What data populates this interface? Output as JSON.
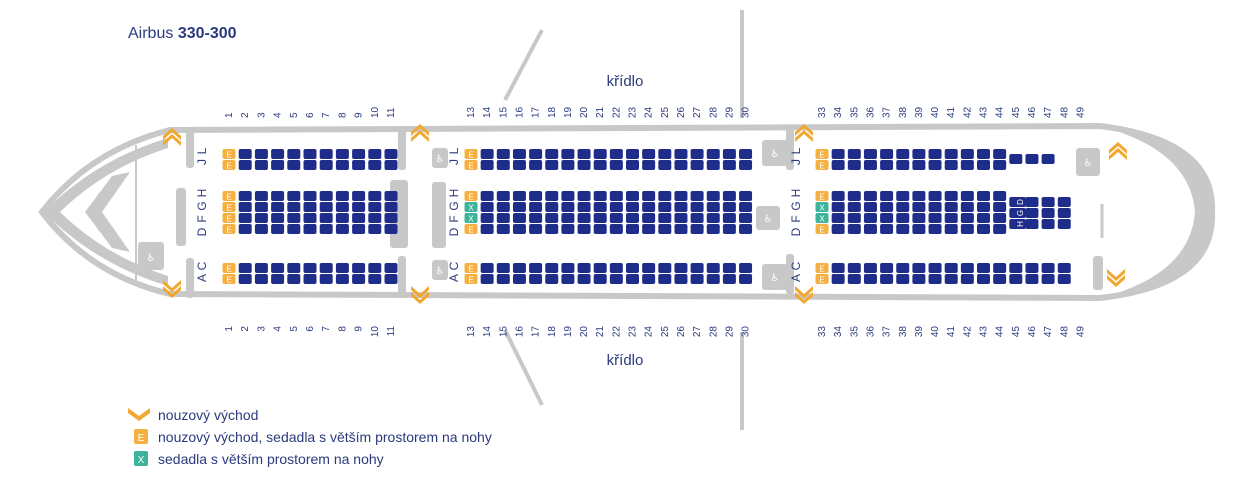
{
  "title": {
    "prefix": "Airbus",
    "model": "330-300"
  },
  "wing_label": "křídlo",
  "seat_letters": {
    "left_pair": [
      "J",
      "L"
    ],
    "center_group": [
      "D",
      "F",
      "G",
      "H"
    ],
    "right_pair": [
      "A",
      "C"
    ],
    "rear_center": [
      "D",
      "G",
      "H"
    ]
  },
  "rows": [
    1,
    2,
    3,
    4,
    5,
    6,
    7,
    8,
    9,
    10,
    11,
    13,
    14,
    15,
    16,
    17,
    18,
    19,
    20,
    21,
    22,
    23,
    24,
    25,
    26,
    27,
    28,
    29,
    30,
    33,
    34,
    35,
    36,
    37,
    38,
    39,
    40,
    41,
    42,
    43,
    44,
    45,
    46,
    47,
    48,
    49
  ],
  "seat_marks": {
    "exit": "E",
    "extra_legroom": "X"
  },
  "legend": [
    {
      "icon": "exit-chevron-icon",
      "label": "nouzový východ"
    },
    {
      "icon": "exit-seat-icon",
      "label": "nouzový východ, sedadla s větším prostorem na nohy"
    },
    {
      "icon": "extra-legroom-icon",
      "label": "sedadla s větším prostorem na nohy"
    }
  ],
  "colors": {
    "seat": "#1f2d8a",
    "exit_seat": "#f5b041",
    "extra_legroom": "#3cb39a",
    "fuselage": "#c8c8c8",
    "text": "#2b3a7d",
    "exit_arrow": "#f0a830"
  }
}
